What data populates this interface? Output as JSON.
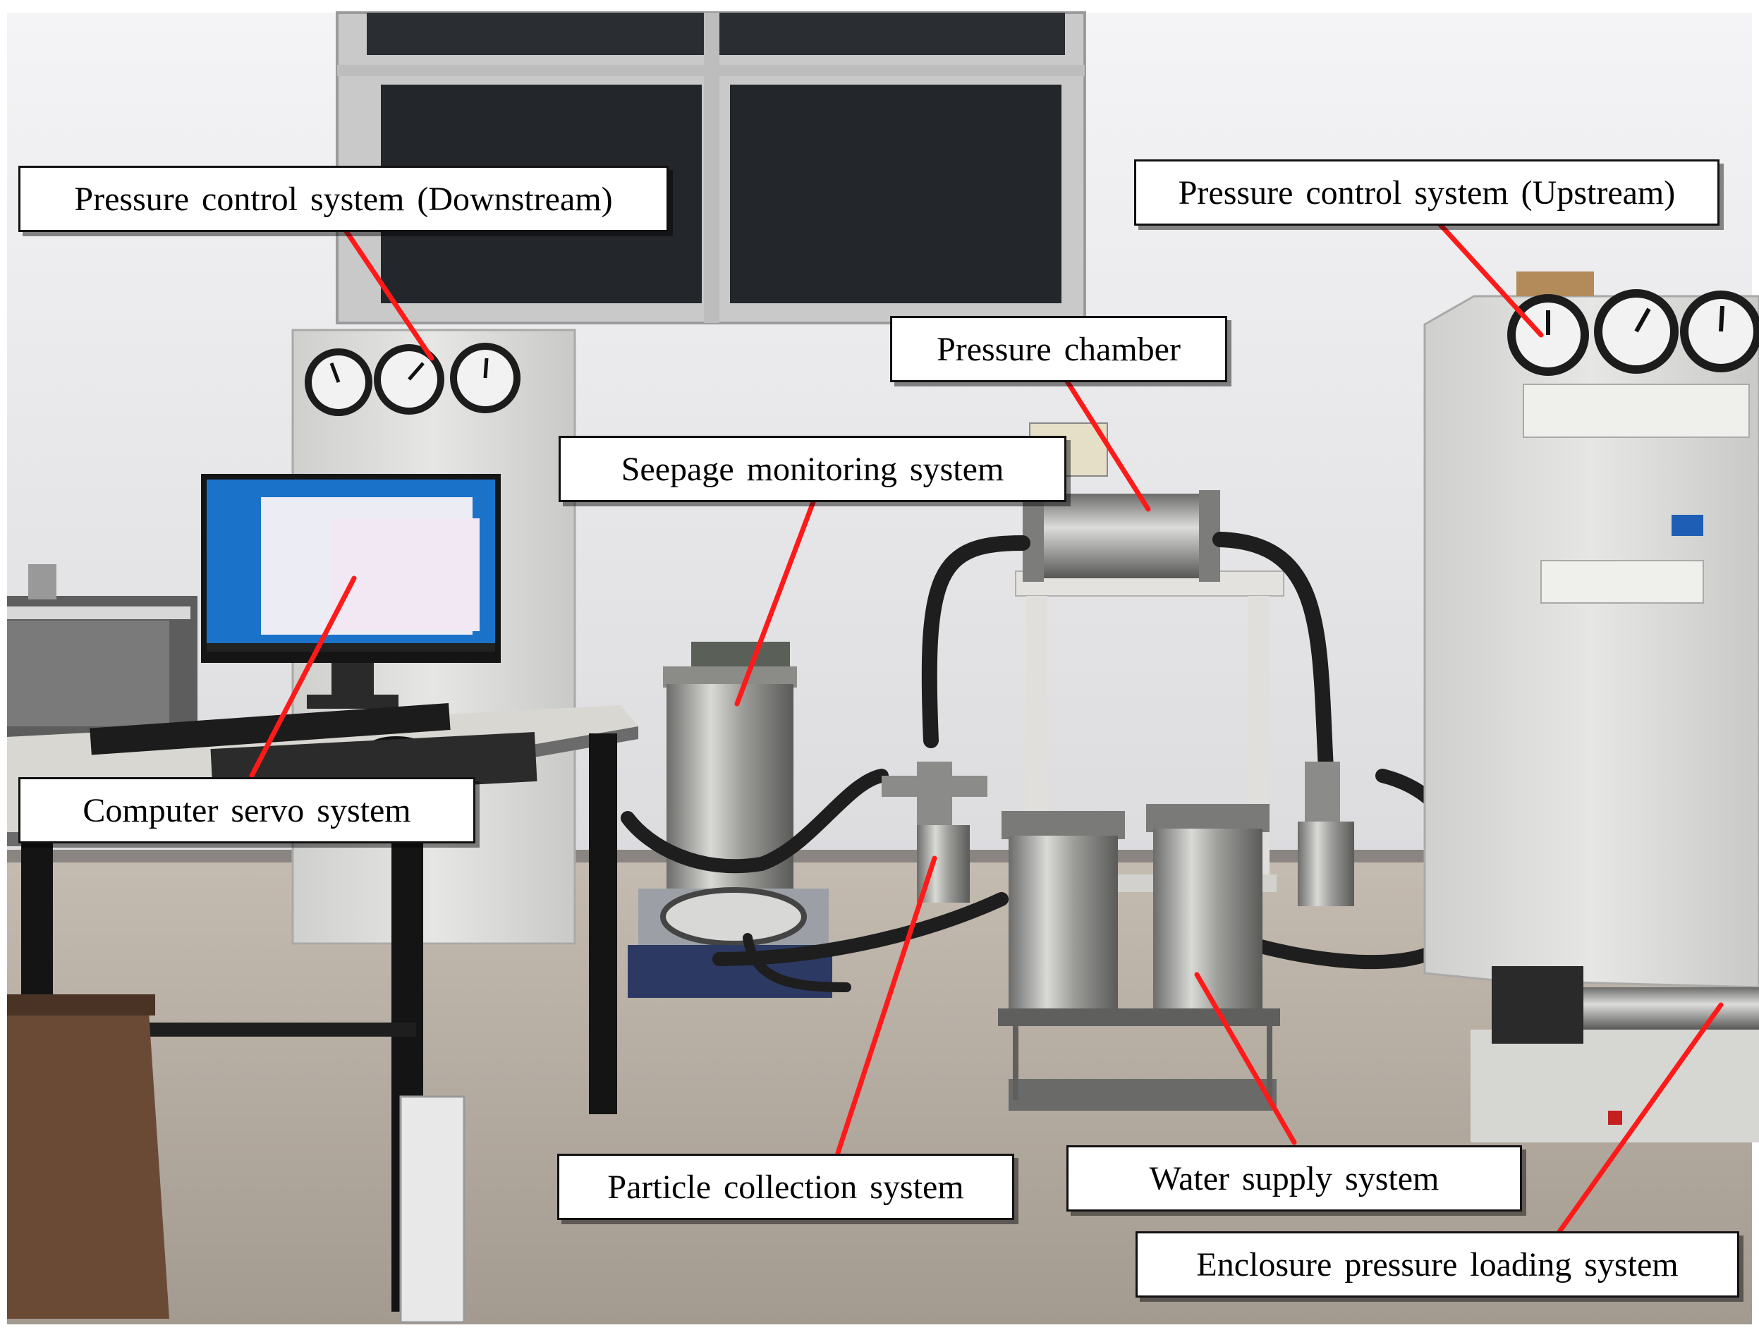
{
  "colors": {
    "wall": "#ebebee",
    "floor": "#b3aaa0",
    "leader": "#ff1a1a",
    "cabinet": "#e0e1de",
    "steel": "#a8a8a6",
    "hose": "#1e1e1e"
  },
  "labels": {
    "downstream": "Pressure control system (Downstream)",
    "upstream": "Pressure control system (Upstream)",
    "chamber": "Pressure chamber",
    "seepage": "Seepage monitoring system",
    "servo": "Computer servo system",
    "particle": "Particle collection system",
    "water": "Water supply system",
    "enclosure": "Enclosure pressure loading system"
  }
}
